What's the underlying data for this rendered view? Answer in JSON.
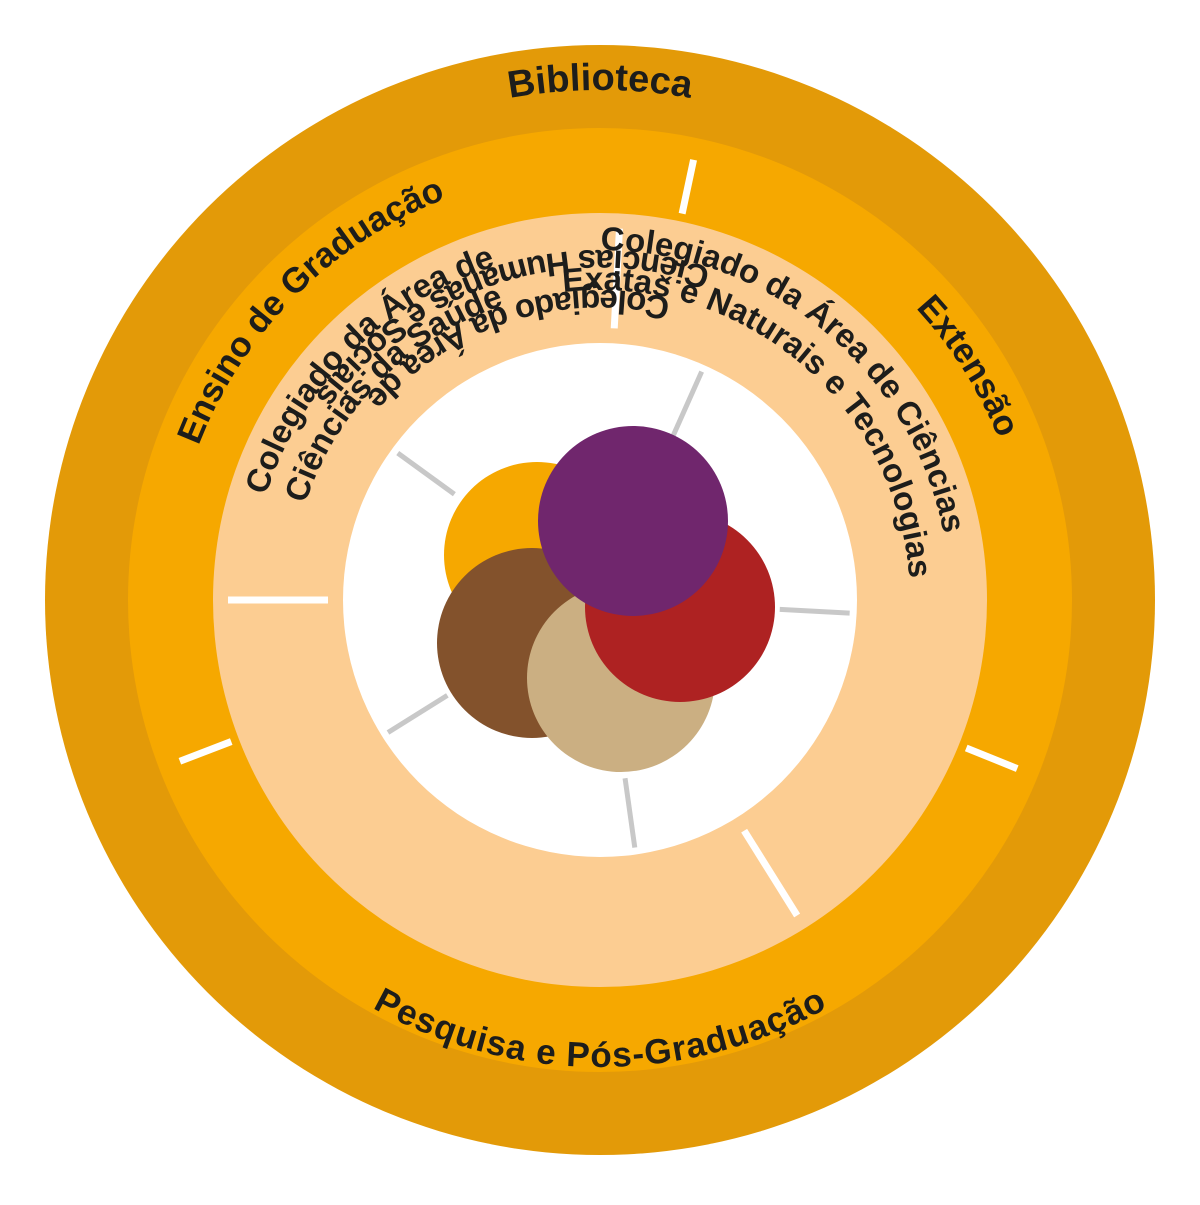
{
  "colors": {
    "outer_ring": "#e39a08",
    "middle_ring": "#f6a800",
    "inner_ring": "#fccd92",
    "center": "#ffffff",
    "divider_light": "#ffffff",
    "divider_gray": "#c8c8c8",
    "text": "#1d1d1b"
  },
  "outer_ring": {
    "label": "Biblioteca"
  },
  "middle_ring": {
    "labels": [
      "Ensino de Graduação",
      "Extensão",
      "Pesquisa e Pós-Graduação"
    ]
  },
  "inner_ring": {
    "segments": [
      {
        "line1": "Colegiado da Área de",
        "line2": "Ciências da Saúde"
      },
      {
        "line1": "Colegiado da Área de Ciências",
        "line2": "Exatas e Naturais e Tecnologias"
      },
      {
        "line1": "Colegiado da Área de",
        "line2": "Ciências Humanas e Sociais"
      }
    ]
  },
  "center_circles": [
    {
      "name": "orange-circle",
      "color": "#f6a800"
    },
    {
      "name": "brown-circle",
      "color": "#83522c"
    },
    {
      "name": "tan-circle",
      "color": "#cbaf82"
    },
    {
      "name": "red-circle",
      "color": "#ae2222"
    },
    {
      "name": "purple-circle",
      "color": "#70266d"
    }
  ]
}
